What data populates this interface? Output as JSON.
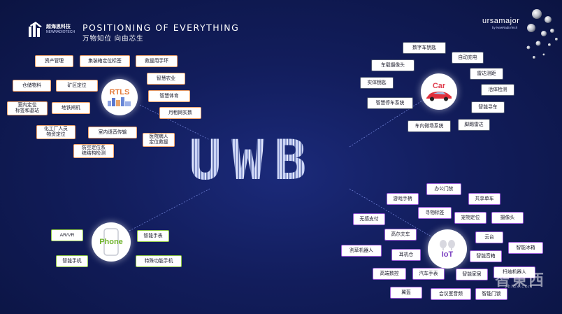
{
  "brand": {
    "name_cn": "超海思科技",
    "name_en": "NEWRADIOTECH",
    "headline": "POSITIONING OF EVERYTHING",
    "subhead": "万物知位 向由芯生"
  },
  "partner": {
    "name": "ursamajor",
    "sub": "by NewRadioTech"
  },
  "center_label": "UWB",
  "watermark": {
    "main": "智東西",
    "sub": "zhidx.com"
  },
  "hubs": {
    "rtls": "RTLS",
    "car": "Car",
    "phone": "Phone",
    "iot": "IoT"
  },
  "rtls_items": [
    "资产管理",
    "集装箱定位标签",
    "救援用手环",
    "仓储物料",
    "矿区定位",
    "智慧农业",
    "室内定位\n标签和基站",
    "地铁闸机",
    "智慧体育",
    "月租网实数",
    "化工厂人员\n物资定位",
    "室内语音传输",
    "医院病人\n定位救援",
    "防空定位系\n统结构检测"
  ],
  "car_items": [
    "数字车钥匙",
    "自动充电",
    "车载摄像头",
    "雷达测距",
    "实体钥匙",
    "活体检测",
    "智慧停车系统",
    "智能寻车",
    "车内微场系统",
    "脚踢雷达"
  ],
  "phone_items": [
    "AR/VR",
    "智能手表",
    "智能手机",
    "特殊功能手机"
  ],
  "iot_items": [
    "办公门禁",
    "游戏手柄",
    "共享单车",
    "寻物标签",
    "无感支付",
    "宠物定位",
    "摄像头",
    "高尔夫车",
    "云台",
    "智能冰箱",
    "割草机器人",
    "耳机仓",
    "智能音箱",
    "高端数控",
    "汽车手表",
    "智能家居",
    "扫地机器人",
    "翼盔",
    "会议室音频",
    "智能门锁"
  ],
  "colors": {
    "rtls_border": "#f0a36b",
    "car_border": "#4d5670",
    "phone_border": "#8fc743",
    "iot_border": "#9b5cd6",
    "background": "#121d5c"
  }
}
